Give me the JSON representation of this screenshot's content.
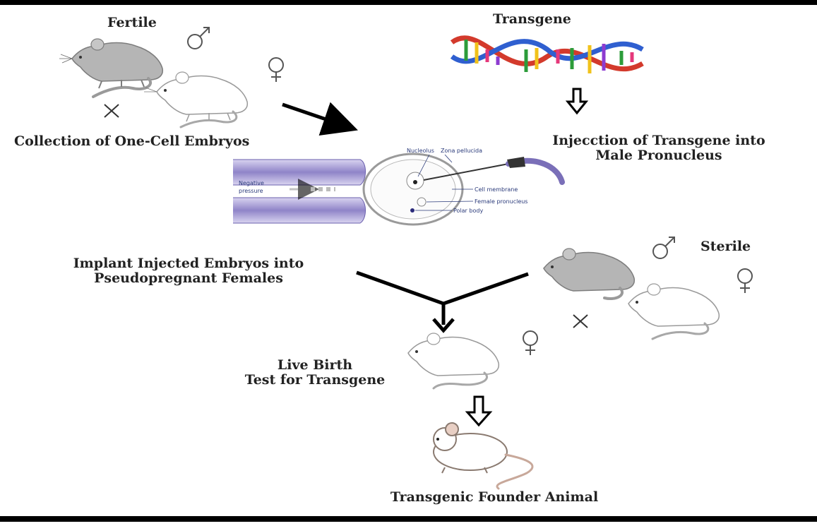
{
  "labels": {
    "fertile": "Fertile",
    "transgene": "Transgene",
    "collection": "Collection of One-Cell Embryos",
    "injection_1": "Injecction of Transgene into",
    "injection_2": "Male Pronucleus",
    "implant_1": "Implant Injected Embryos into",
    "implant_2": "Pseudopregnant Females",
    "sterile": "Sterile",
    "live_birth_1": "Live Birth",
    "live_birth_2": "Test for Transgene",
    "founder": "Transgenic Founder Animal"
  },
  "embryo_labels": {
    "nucleolus": "Nucleolus",
    "zona": "Zona pellucida",
    "negative_1": "Negative",
    "negative_2": "pressure",
    "cell_membrane": "Cell membrane",
    "female_pronucleus": "Female pronucleus",
    "polar_body": "Polar body"
  },
  "symbols": {
    "male": "♂",
    "female": "♀",
    "cross": "×"
  },
  "icons": [
    "mouse-icon",
    "male-symbol-icon",
    "female-symbol-icon",
    "cross-icon",
    "dna-helix-icon",
    "arrow-icon",
    "embryo-injection-icon"
  ],
  "colors": {
    "frame": "#000000",
    "text": "#222222",
    "pipette": "#7a6fb8",
    "mouse_grey": "#aeaeae",
    "mouse_outline": "#9a9a9a"
  }
}
